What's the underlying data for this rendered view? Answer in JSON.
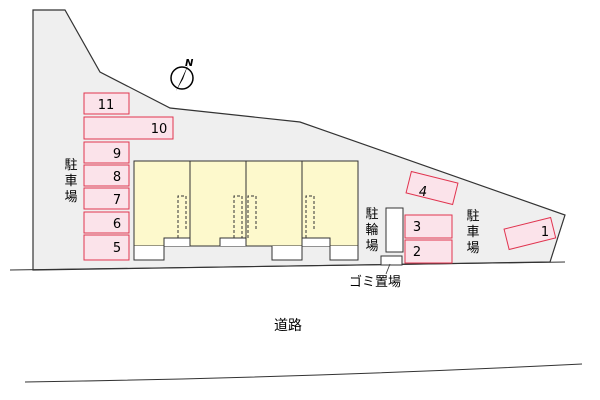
{
  "compass": {
    "north_label": "N"
  },
  "parking_left": {
    "label_chars": [
      "駐",
      "車",
      "場"
    ]
  },
  "parking_right": {
    "label_chars": [
      "駐",
      "車",
      "場"
    ]
  },
  "bicycle_parking": {
    "label_chars": [
      "駐",
      "輪",
      "場"
    ]
  },
  "garbage_area": {
    "label": "ゴミ置場"
  },
  "road": {
    "label": "道路"
  },
  "slots": {
    "s1": "1",
    "s2": "2",
    "s3": "3",
    "s4": "4",
    "s5": "5",
    "s6": "6",
    "s7": "7",
    "s8": "8",
    "s9": "9",
    "s10": "10",
    "s11": "11"
  },
  "colors": {
    "site_fill": "#efefef",
    "building_fill": "#fdf9cc",
    "slot_fill": "#fbe3ea",
    "slot_stroke": "#e0344f",
    "outline": "#333333"
  }
}
